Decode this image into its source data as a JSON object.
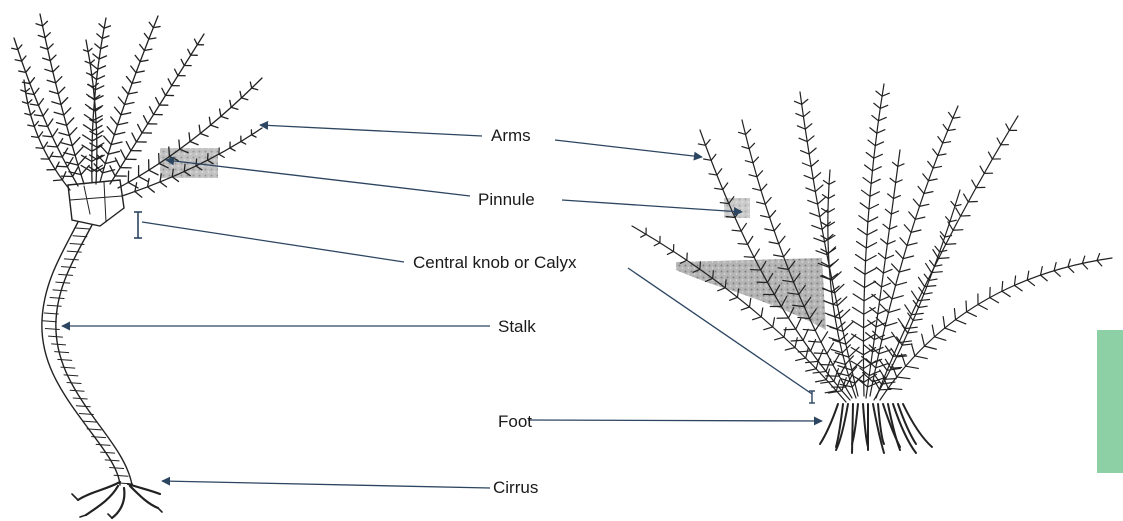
{
  "labels": {
    "arms": "Arms",
    "pinnule": "Pinnule",
    "calyx": "Central knob or Calyx",
    "stalk": "Stalk",
    "foot": "Foot",
    "cirrus": "Cirrus"
  },
  "colors": {
    "arrow": "#2c4560",
    "drawing": "#222222",
    "shading": "#8a8a8a",
    "side_tab": "#8dd0a5",
    "text": "#1a1a1a"
  }
}
